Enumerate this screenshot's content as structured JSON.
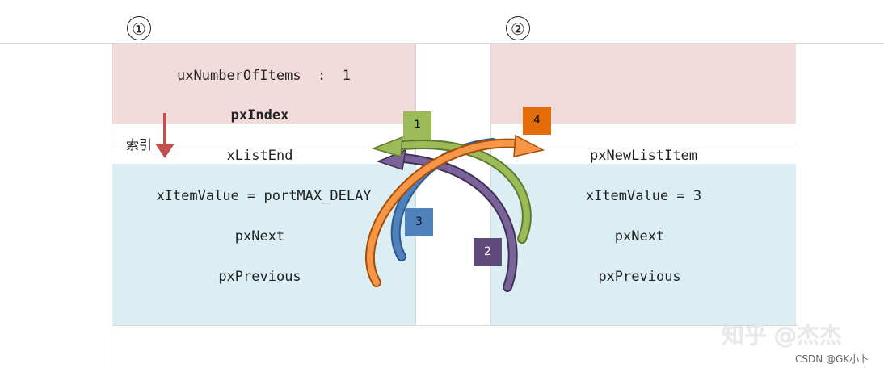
{
  "markers": {
    "left": "①",
    "right": "②"
  },
  "left_node": {
    "count_label": "uxNumberOfItems  :  1",
    "index_label": "pxIndex",
    "index_note": "索引",
    "end_label": "xListEnd",
    "item_value": "xItemValue = portMAX_DELAY",
    "next": "pxNext",
    "previous": "pxPrevious"
  },
  "right_node": {
    "item_label": "pxNewListItem",
    "item_value": "xItemValue = 3",
    "next": "pxNext",
    "previous": "pxPrevious"
  },
  "steps": [
    {
      "label": "1",
      "color": "#9bbb59"
    },
    {
      "label": "2",
      "color": "#604a7b"
    },
    {
      "label": "3",
      "color": "#4f81bd"
    },
    {
      "label": "4",
      "color": "#e46c0a"
    }
  ],
  "colors": {
    "pink": "#f2dcdb",
    "blue": "#dbeef4",
    "index_arrow": "#c0504d"
  },
  "watermark": {
    "zhihu": "知乎 @杰杰",
    "csdn": "CSDN @GK小卜"
  }
}
